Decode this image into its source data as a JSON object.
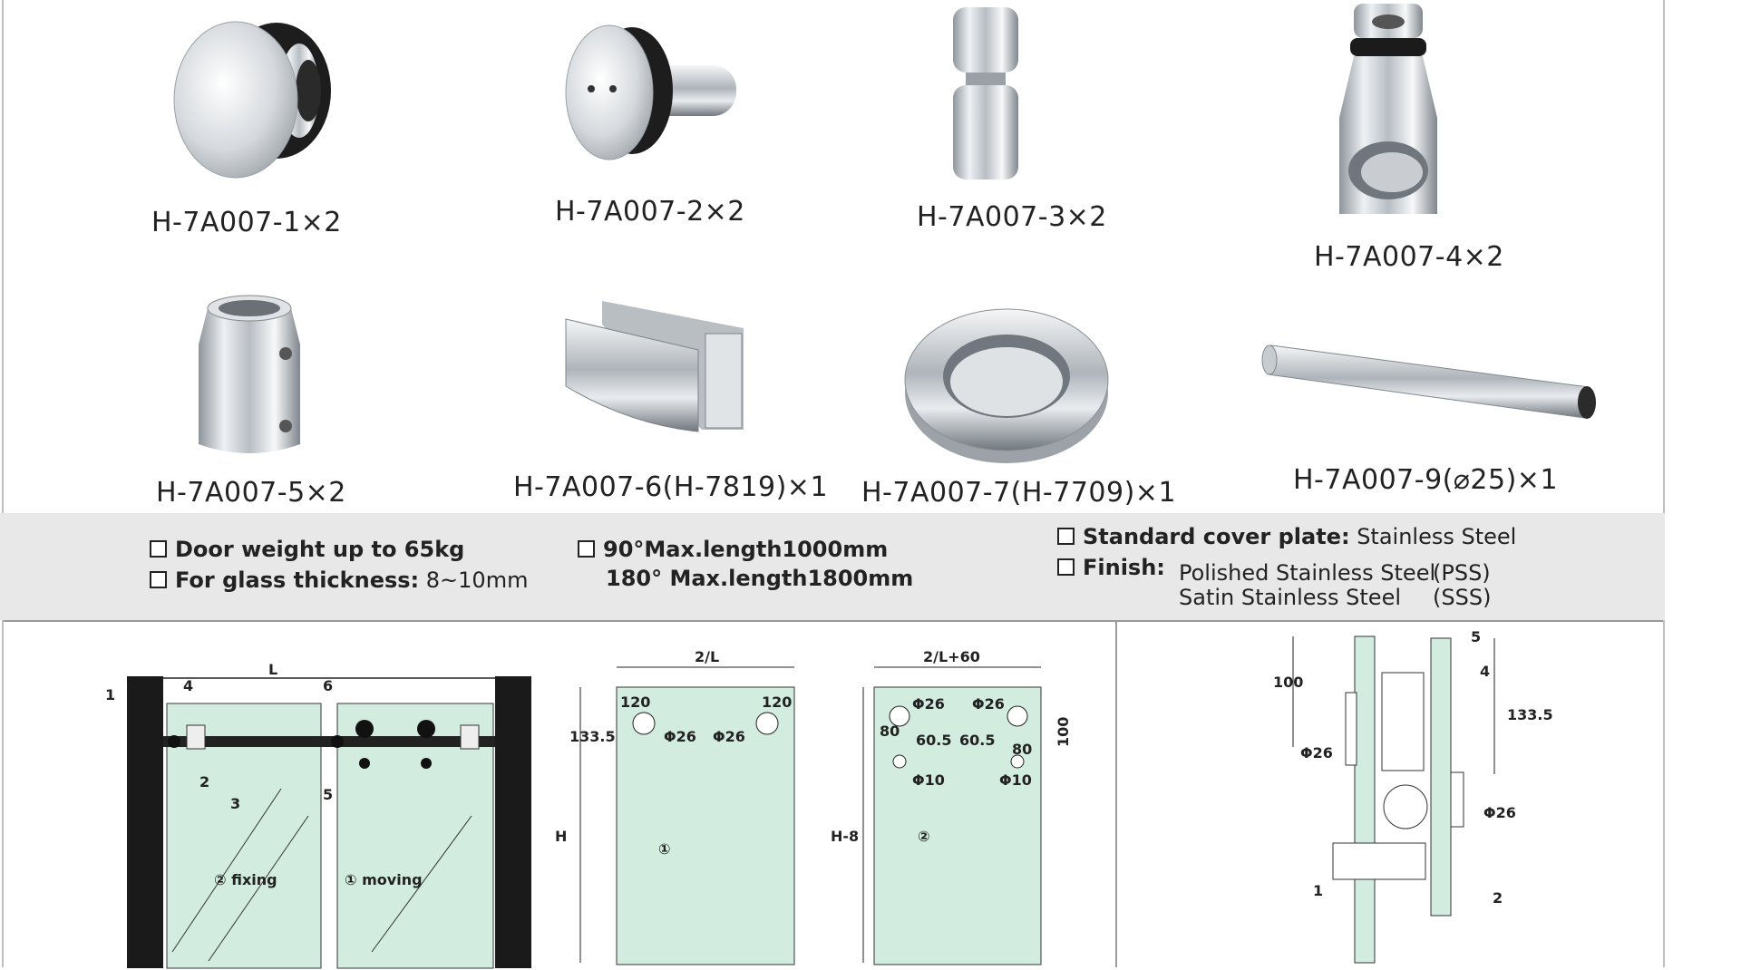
{
  "products": [
    {
      "id": "p1",
      "label": "H-7A007-1×2",
      "icon": "round-glass-roller-icon"
    },
    {
      "id": "p2",
      "label": "H-7A007-2×2",
      "icon": "roller-with-pin-icon"
    },
    {
      "id": "p3",
      "label": "H-7A007-3×2",
      "icon": "cylinder-connector-icon"
    },
    {
      "id": "p4",
      "label": "H-7A007-4×2",
      "icon": "tube-holder-icon"
    },
    {
      "id": "p5",
      "label": "H-7A007-5×2",
      "icon": "tube-end-bracket-icon"
    },
    {
      "id": "p6",
      "label": "H-7A007-6(H-7819)×1",
      "icon": "glass-clamp-icon"
    },
    {
      "id": "p7",
      "label": "H-7A007-7(H-7709)×1",
      "icon": "ring-handle-icon"
    },
    {
      "id": "p8",
      "label": "H-7A007-9(⌀25)×1",
      "icon": "steel-tube-icon"
    }
  ],
  "specs": {
    "weight": "Door weight up to 65kg",
    "glass_label": "For glass thickness:",
    "glass_value": " 8~10mm",
    "len90": "90°Max.length1000mm",
    "len180": "180° Max.length1800mm",
    "cover_label": "Standard cover plate:",
    "cover_value": " Stainless Steel",
    "finish_label": "Finish:",
    "finish_1": "Polished Stainless Steel",
    "finish_1_code": "(PSS)",
    "finish_2": "Satin Stainless Steel",
    "finish_2_code": "(SSS)"
  },
  "drawing1": {
    "L": "L",
    "n1": "1",
    "n2": "2",
    "n3": "3",
    "n4": "4",
    "n5": "5",
    "n6": "6",
    "fixing": "② fixing",
    "moving": "① moving"
  },
  "drawing2": {
    "width": "2/L",
    "d120a": "120",
    "d120b": "120",
    "h1335": "133.5",
    "phi26a": "Φ26",
    "phi26b": "Φ26",
    "H": "H",
    "panel": "①"
  },
  "drawing3": {
    "width": "2/L+60",
    "phi26a": "Φ26",
    "phi26b": "Φ26",
    "d80a": "80",
    "d605a": "60.5",
    "d605b": "60.5",
    "d80b": "80",
    "d100": "100",
    "phi10a": "Φ10",
    "phi10b": "Φ10",
    "H8": "H-8",
    "panel": "②"
  },
  "drawing4": {
    "n5": "5",
    "n4": "4",
    "d100": "100",
    "d1335": "133.5",
    "phi26a": "Φ26",
    "phi26b": "Φ26",
    "n1": "1",
    "n2": "2"
  },
  "colors": {
    "glass": "#d3ece0",
    "frame": "#1a1a1a",
    "band": "#e8e8e8"
  }
}
